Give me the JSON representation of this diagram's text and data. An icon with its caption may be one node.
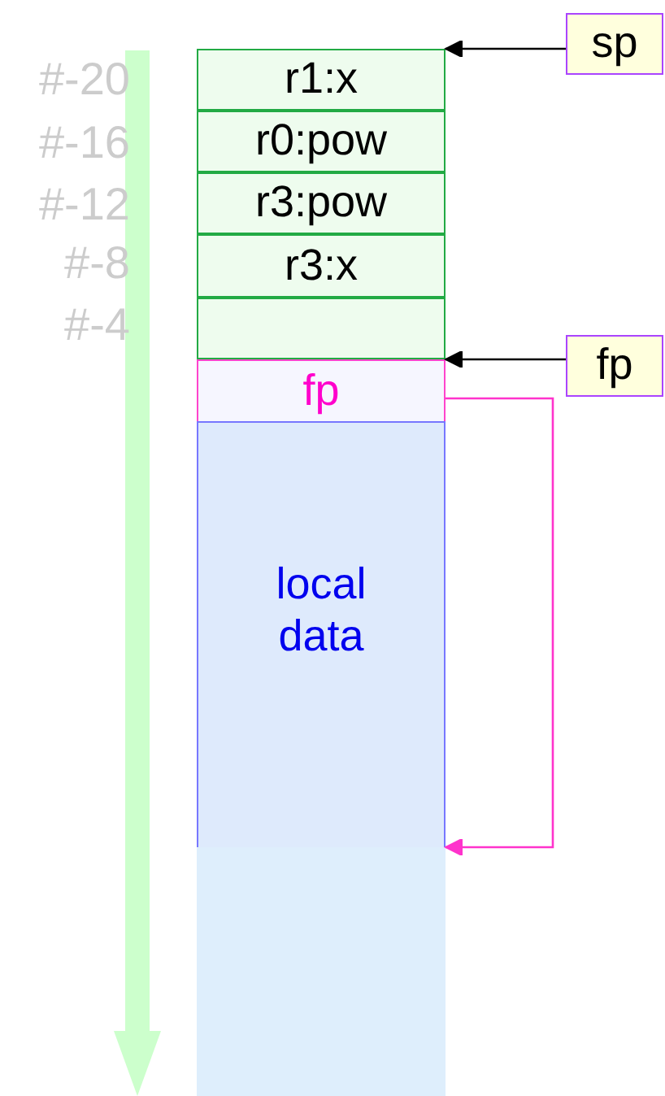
{
  "diagram": {
    "nodes": [
      {
        "text": [
          "r1:x"
        ]
      },
      {
        "text": [
          "r0:pow"
        ]
      },
      {
        "text": [
          "r3:pow"
        ]
      },
      {
        "text": [
          "r3:x"
        ]
      },
      {
        "text": [],
        "shape": "box"
      },
      {
        "text": [
          "fp"
        ]
      },
      {
        "text": [
          "local data"
        ]
      },
      {
        "text": [],
        "shape": "box"
      },
      {
        "text": [
          "sp"
        ]
      },
      {
        "text": [
          "fp"
        ]
      }
    ],
    "edges": [
      {
        "from": 8,
        "to": 0,
        "arrow": "to"
      },
      {
        "from": 9,
        "to": 4,
        "arrow": "to"
      },
      {
        "from": 5,
        "to": 6,
        "arrow": "to",
        "color": "#ff33cc"
      }
    ],
    "labels": [
      "#-20",
      "#-16",
      "#-12",
      "#-8",
      "#-4"
    ]
  }
}
